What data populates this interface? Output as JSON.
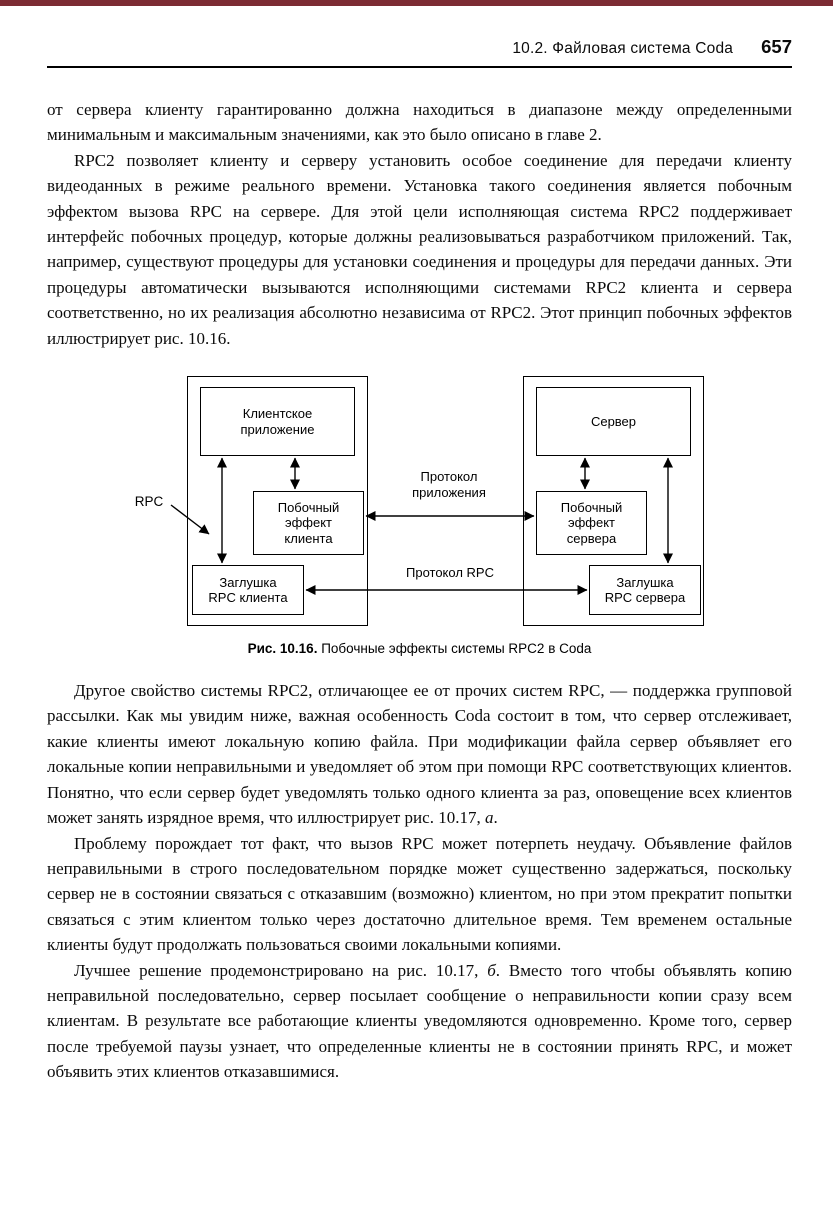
{
  "decor": {
    "top_edge_style": "background:#7c2b33"
  },
  "header": {
    "section": "10.2. Файловая система Coda",
    "page_number": "657"
  },
  "paragraphs_top": [
    {
      "text": "от сервера клиенту гарантированно должна находиться в диапазоне между определенными минимальным и максимальным значениями, как это было описано в главе 2."
    },
    {
      "text": "RPC2 позволяет клиенту и серверу установить особое соединение для передачи клиенту видеоданных в режиме реального времени. Установка такого соединения является побочным эффектом вызова RPC на сервере. Для этой цели исполняющая система RPC2 поддерживает интерфейс побочных процедур, которые должны реализовываться разработчиком приложений. Так, например, существуют процедуры для установки соединения и процедуры для передачи данных. Эти процедуры автоматически вызываются исполняющими системами RPC2 клиента и сервера соответственно, но их реализация абсолютно независима от RPC2. Этот принцип побочных эффектов иллюстрирует рис. 10.16."
    }
  ],
  "figure": {
    "caption_label": "Рис. 10.16.",
    "caption_text": " Побочные эффекты системы RPC2 в Coda",
    "boxes": {
      "client_app": "Клиентское\nприложение",
      "server": "Сервер",
      "client_side_effect": "Побочный\nэффект\nклиента",
      "server_side_effect": "Побочный\nэффект\nсервера",
      "client_stub": "Заглушка\nRPC клиента",
      "server_stub": "Заглушка\nRPC сервера"
    },
    "labels": {
      "rpc": "RPC",
      "app_protocol": "Протокол\nприложения",
      "rpc_protocol": "Протокол RPC"
    }
  },
  "paragraphs_bottom": [
    {
      "p1": "Другое свойство системы RPC2, отличающее ее от прочих систем RPC, — поддержка групповой рассылки. Как мы увидим ниже, важная особенность Coda состоит в том, что сервер отслеживает, какие клиенты имеют локальную копию файла. При модификации файла сервер объявляет его локальные копии неправильными и уведомляет об этом при помощи RPC соответствующих клиентов. Понятно, что если сервер будет уведомлять только одного клиента за раз, оповещение всех клиентов может занять изрядное время, что иллюстрирует рис. 10.17, ",
      "em": "а",
      "p2": "."
    },
    {
      "p1": "Проблему порождает тот факт, что вызов RPC может потерпеть неудачу. Объявление файлов неправильными в строго последовательном порядке может существенно задержаться, поскольку сервер не в состоянии связаться с отказавшим (возможно) клиентом, но при этом прекратит попытки связаться с этим клиентом только через достаточно длительное время. Тем временем остальные клиенты будут продолжать пользоваться своими локальными копиями.",
      "em": "",
      "p2": ""
    },
    {
      "p1": "Лучшее решение продемонстрировано на рис. 10.17, ",
      "em": "б",
      "p2": ". Вместо того чтобы объявлять копию неправильной последовательно, сервер посылает сообщение о неправильности копии сразу всем клиентам. В результате все работающие клиенты уведомляются одновременно. Кроме того, сервер после требуемой паузы узнает, что определенные клиенты не в состоянии принять RPC, и может объявить этих клиентов отказавшимися."
    }
  ]
}
